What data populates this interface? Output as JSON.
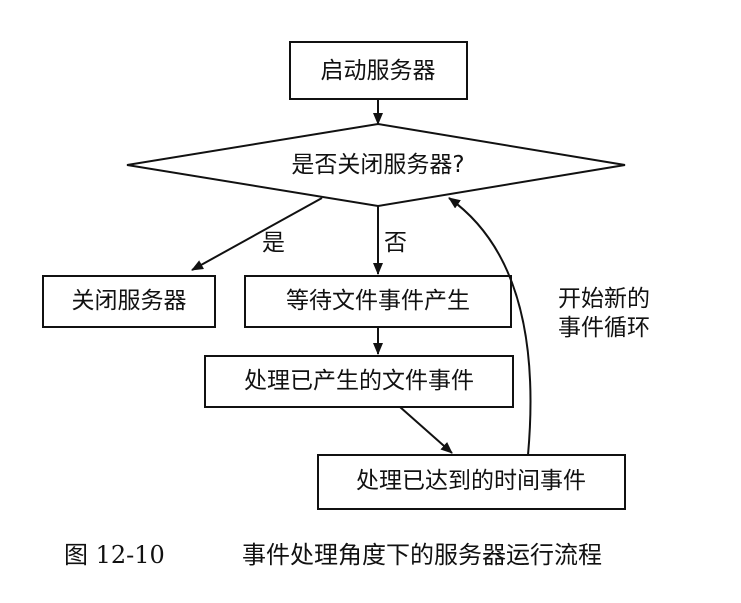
{
  "nodes": {
    "start_server": "启动服务器",
    "decision": "是否关闭服务器?",
    "close_server": "关闭服务器",
    "wait_event": "等待文件事件产生",
    "process_file_events": "处理已产生的文件事件",
    "process_time_events": "处理已达到的时间事件"
  },
  "edge_labels": {
    "yes": "是",
    "no": "否",
    "loop_line1": "开始新的",
    "loop_line2": "事件循环"
  },
  "caption": {
    "figure_number": "图 12-10",
    "title": "事件处理角度下的服务器运行流程"
  },
  "colors": {
    "stroke": "#111111",
    "text": "#111111",
    "background": "#ffffff"
  }
}
